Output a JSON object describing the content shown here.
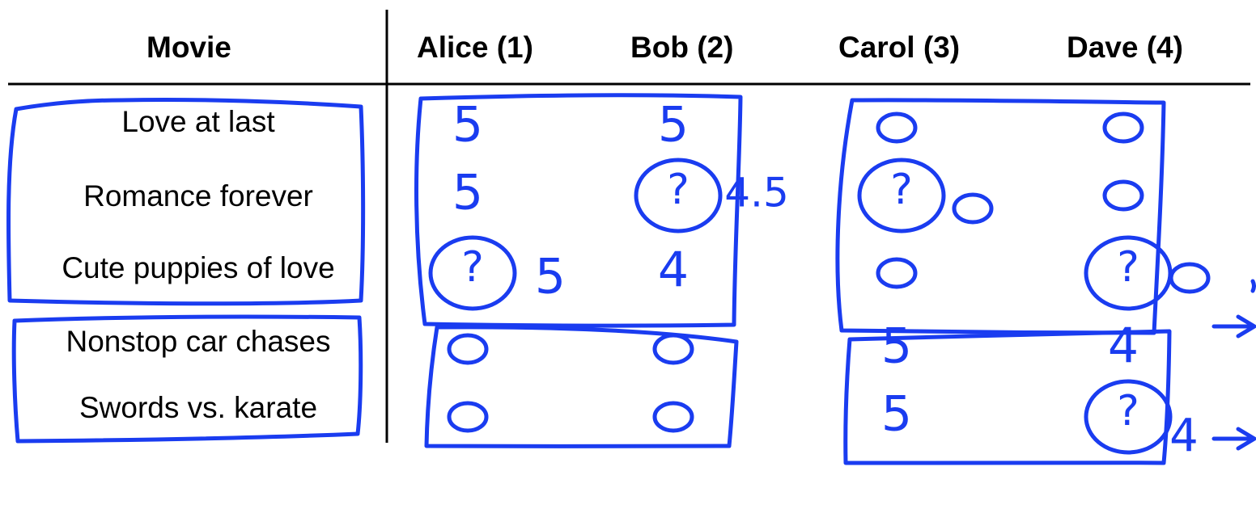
{
  "header": {
    "movie": "Movie",
    "users": [
      "Alice (1)",
      "Bob (2)",
      "Carol (3)",
      "Dave (4)"
    ]
  },
  "movies": [
    "Love at last",
    "Romance forever",
    "Cute puppies of love",
    "Nonstop car chases",
    "Swords vs. karate"
  ],
  "ratings": [
    [
      "5",
      "5",
      "0",
      "0"
    ],
    [
      "5",
      "?",
      "?",
      "0"
    ],
    [
      "?",
      "4",
      "0",
      "?"
    ],
    [
      "0",
      "0",
      "5",
      "4"
    ],
    [
      "0",
      "0",
      "5",
      "?"
    ]
  ],
  "annotations": {
    "bob_romance_prediction": "4.5",
    "carol_romance_prediction": "0",
    "alice_cute_prediction": "5",
    "dave_cute_prediction": "0",
    "dave_swords_prediction": "4"
  },
  "ink_color": "#1a3cf0"
}
